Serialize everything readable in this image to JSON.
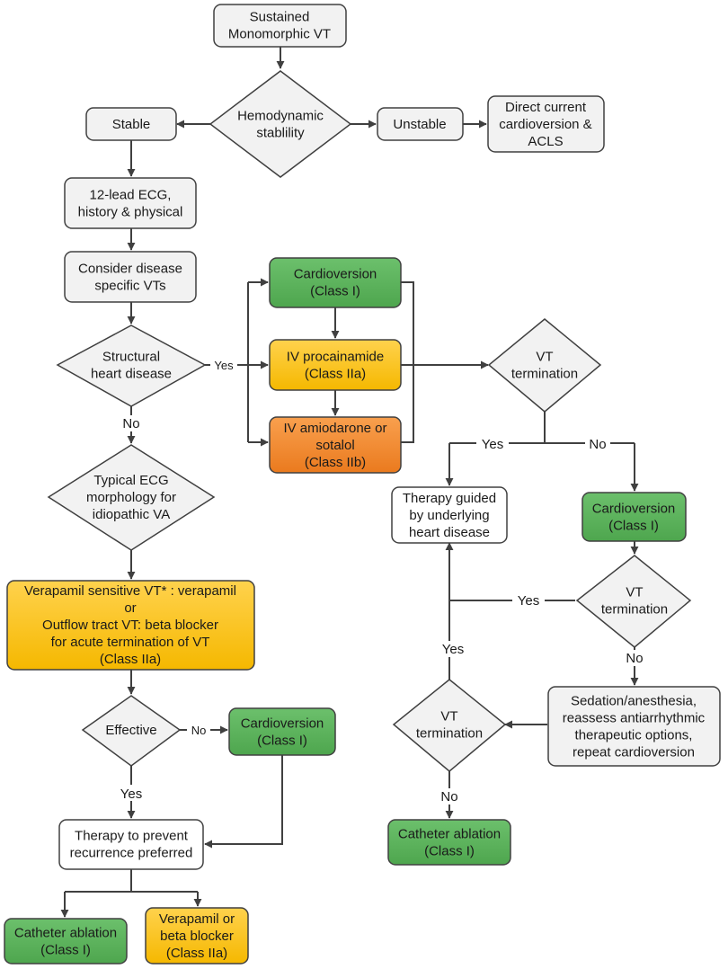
{
  "colors": {
    "green": "#5cb85c",
    "green_dark": "#4ea64e",
    "yellow": "#ffc83c",
    "yellow_dark": "#f5b800",
    "orange": "#f5913c",
    "orange_dark": "#ea7a1e",
    "gray": "#f2f2f2",
    "line": "#404040"
  },
  "nodes": {
    "sustained_vt": [
      "Sustained",
      "Monomorphic VT"
    ],
    "hemodynamic": [
      "Hemodynamic",
      "stablility"
    ],
    "stable": [
      "Stable"
    ],
    "unstable": [
      "Unstable"
    ],
    "dc_cardioversion": [
      "Direct current",
      "cardioversion &",
      "ACLS"
    ],
    "ecg_history": [
      "12-lead ECG,",
      "history & physical"
    ],
    "consider_disease": [
      "Consider disease",
      "specific VTs"
    ],
    "structural": [
      "Structural",
      "heart disease"
    ],
    "cardioversion_top": [
      "Cardioversion",
      "(Class I)"
    ],
    "iv_procainamide": [
      "IV procainamide",
      "(Class IIa)"
    ],
    "iv_amiodarone": [
      "IV amiodarone or",
      "sotalol",
      "(Class IIb)"
    ],
    "vt_termination_1": [
      "VT",
      "termination"
    ],
    "typical_ecg": [
      "Typical ECG",
      "morphology for",
      "idiopathic VA"
    ],
    "therapy_guided": [
      "Therapy guided",
      "by underlying",
      "heart disease"
    ],
    "cardioversion_right": [
      "Cardioversion",
      "(Class I)"
    ],
    "verapamil_sensitive": [
      "Verapamil sensitive VT* : verapamil",
      "or",
      "Outflow tract VT: beta blocker",
      "for acute termination of VT",
      "(Class IIa)"
    ],
    "vt_termination_2": [
      "VT",
      "termination"
    ],
    "sedation": [
      "Sedation/anesthesia,",
      "reassess antiarrhythmic",
      "therapeutic options,",
      "repeat cardioversion"
    ],
    "effective": [
      "Effective"
    ],
    "cardioversion_left": [
      "Cardioversion",
      "(Class I)"
    ],
    "vt_termination_3": [
      "VT",
      "termination"
    ],
    "therapy_prevent": [
      "Therapy to prevent",
      "recurrence preferred"
    ],
    "catheter_right": [
      "Catheter ablation",
      "(Class I)"
    ],
    "catheter_left": [
      "Catheter ablation",
      "(Class I)"
    ],
    "verapamil_beta": [
      "Verapamil or",
      "beta blocker",
      "(Class IIa)"
    ]
  },
  "edge_labels": {
    "structural_yes": "Yes",
    "structural_no": "No",
    "vt1_yes": "Yes",
    "vt1_no": "No",
    "vt2_yes": "Yes",
    "vt2_no": "No",
    "vt3_yes": "Yes",
    "vt3_no": "No",
    "effective_no": "No",
    "effective_yes": "Yes"
  }
}
